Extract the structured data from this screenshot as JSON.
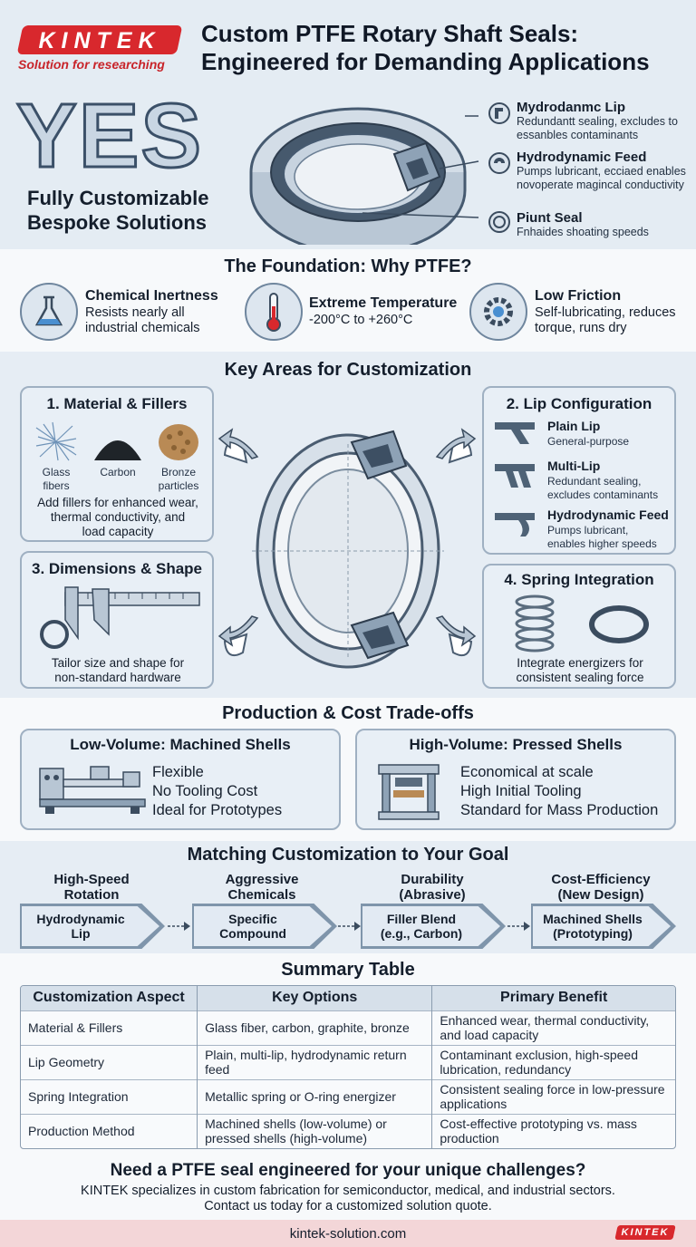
{
  "brand": {
    "logo_text": "KINTEK",
    "tagline": "Solution for researching",
    "accent": "#d8282d"
  },
  "header": {
    "title_line1": "Custom PTFE Rotary Shaft Seals:",
    "title_line2": "Engineered for Demanding Applications",
    "yes": "YES",
    "subtitle_line1": "Fully Customizable",
    "subtitle_line2": "Bespoke Solutions",
    "features": [
      {
        "title": "Mydrodanmc Lip",
        "desc": "Redundantt sealing, excludes to essanbles contaminants",
        "icon": "lip-icon"
      },
      {
        "title": "Hydrodynamic Feed",
        "desc": "Pumps lubricant, ecciaed enables novoperate magincal conductivity",
        "icon": "feed-icon"
      },
      {
        "title": "Piunt Seal",
        "desc": "Fnhaides shoating speeds",
        "icon": "seal-icon"
      }
    ]
  },
  "foundation": {
    "title": "The Foundation: Why PTFE?",
    "items": [
      {
        "title": "Chemical Inertness",
        "desc_line1": "Resists nearly all",
        "desc_line2": "industrial chemicals",
        "icon": "flask-icon"
      },
      {
        "title": "Extreme Temperature",
        "desc_line1": "-200°C to +260°C",
        "desc_line2": "",
        "icon": "thermometer-icon"
      },
      {
        "title": "Low Friction",
        "desc_line1": "Self-lubricating, reduces",
        "desc_line2": "torque, runs dry",
        "icon": "gear-icon"
      }
    ]
  },
  "customization": {
    "title": "Key Areas for Customization",
    "material": {
      "title": "1. Material & Fillers",
      "fillers": [
        {
          "line1": "Glass",
          "line2": "fibers"
        },
        {
          "line1": "Carbon",
          "line2": ""
        },
        {
          "line1": "Bronze",
          "line2": "particles"
        }
      ],
      "desc_line1": "Add fillers for enhanced wear,",
      "desc_line2": "thermal conductivity, and",
      "desc_line3": "load capacity"
    },
    "lip": {
      "title": "2. Lip Configuration",
      "items": [
        {
          "title": "Plain Lip",
          "desc_line1": "General-purpose",
          "desc_line2": ""
        },
        {
          "title": "Multi-Lip",
          "desc_line1": "Redundant sealing,",
          "desc_line2": "excludes contaminants"
        },
        {
          "title": "Hydrodynamic Feed",
          "desc_line1": "Pumps lubricant,",
          "desc_line2": "enables higher speeds"
        }
      ]
    },
    "dimensions": {
      "title": "3. Dimensions & Shape",
      "desc_line1": "Tailor size and shape for",
      "desc_line2": "non-standard hardware"
    },
    "spring": {
      "title": "4. Spring Integration",
      "desc_line1": "Integrate energizers for",
      "desc_line2": "consistent sealing force"
    }
  },
  "production": {
    "title": "Production & Cost Trade-offs",
    "low": {
      "title": "Low-Volume: Machined Shells",
      "items": [
        "Flexible",
        "No Tooling Cost",
        "Ideal for Prototypes"
      ]
    },
    "high": {
      "title": "High-Volume: Pressed Shells",
      "items": [
        "Economical at scale",
        "High Initial Tooling",
        "Standard for Mass Production"
      ]
    }
  },
  "goals": {
    "title": "Matching Customization to Your Goal",
    "items": [
      {
        "goal_line1": "High-Speed",
        "goal_line2": "Rotation",
        "solution_line1": "Hydrodynamic",
        "solution_line2": "Lip"
      },
      {
        "goal_line1": "Aggressive",
        "goal_line2": "Chemicals",
        "solution_line1": "Specific",
        "solution_line2": "Compound"
      },
      {
        "goal_line1": "Durability",
        "goal_line2": "(Abrasive)",
        "solution_line1": "Filler Blend",
        "solution_line2": "(e.g., Carbon)"
      },
      {
        "goal_line1": "Cost-Efficiency",
        "goal_line2": "(New Design)",
        "solution_line1": "Machined Shells",
        "solution_line2": "(Prototyping)"
      }
    ]
  },
  "summary": {
    "title": "Summary Table",
    "headers": [
      "Customization Aspect",
      "Key Options",
      "Primary Benefit"
    ],
    "rows": [
      [
        "Material & Fillers",
        "Glass fiber, carbon, graphite, bronze",
        "Enhanced wear, thermal conductivity, and load capacity"
      ],
      [
        "Lip Geometry",
        "Plain, multi-lip, hydrodynamic return feed",
        "Contaminant exclusion, high-speed lubrication, redundancy"
      ],
      [
        "Spring Integration",
        "Metallic spring or O-ring energizer",
        "Consistent sealing force in low-pressure applications"
      ],
      [
        "Production Method",
        "Machined shells (low-volume) or pressed shells (high-volume)",
        "Cost-effective prototyping vs. mass production"
      ]
    ]
  },
  "cta": {
    "title": "Need a PTFE seal engineered for your unique challenges?",
    "line1": "KINTEK specializes in custom fabrication for semiconductor, medical, and industrial sectors.",
    "line2": "Contact us today for a customized solution quote."
  },
  "footer": {
    "url": "kintek-solution.com",
    "logo_text": "KINTEK"
  }
}
